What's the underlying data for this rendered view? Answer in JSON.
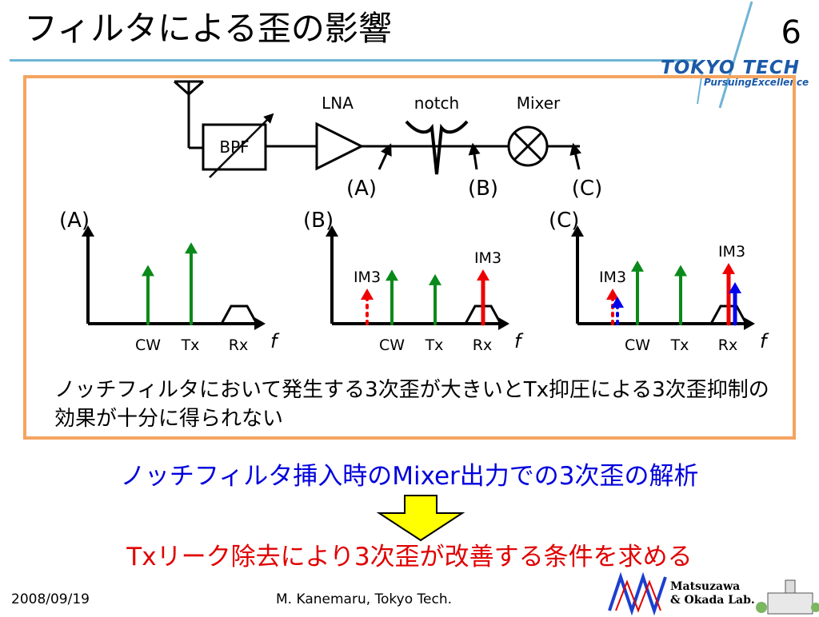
{
  "slide": {
    "title": "フィルタによる歪の影響",
    "page_number": "6",
    "logo": {
      "name": "TOKYO TECH",
      "tagline": "PursuingExcellence"
    }
  },
  "circuit": {
    "blocks": [
      "BPF",
      "LNA",
      "notch",
      "Mixer"
    ],
    "probe_points": [
      "(A)",
      "(B)",
      "(C)"
    ]
  },
  "spectra": [
    {
      "panel": "(A)",
      "tick_labels": [
        "CW",
        "Tx",
        "Rx"
      ],
      "axis_label": "f",
      "marks": [
        {
          "type": "green-arrow",
          "pos": 0,
          "height": 0.65
        },
        {
          "type": "green-arrow",
          "pos": 1,
          "height": 0.9
        },
        {
          "type": "bandpass",
          "pos": 2
        }
      ]
    },
    {
      "panel": "(B)",
      "tick_labels": [
        "CW",
        "Tx",
        "Rx"
      ],
      "axis_label": "f",
      "marks": [
        {
          "type": "red-dotted-arrow",
          "pos": -0.5,
          "label": "IM3"
        },
        {
          "type": "green-arrow",
          "pos": 0,
          "height": 0.6
        },
        {
          "type": "green-arrow",
          "pos": 1,
          "height": 0.55
        },
        {
          "type": "bandpass",
          "pos": 2
        },
        {
          "type": "red-arrow",
          "pos": 2,
          "label": "IM3"
        }
      ]
    },
    {
      "panel": "(C)",
      "tick_labels": [
        "CW",
        "Tx",
        "Rx"
      ],
      "axis_label": "f",
      "marks": [
        {
          "type": "red-dotted-arrow",
          "pos": -0.5,
          "label": "IM3",
          "with_blue": true
        },
        {
          "type": "green-arrow",
          "pos": 0,
          "height": 0.7
        },
        {
          "type": "green-arrow",
          "pos": 1,
          "height": 0.65
        },
        {
          "type": "bandpass",
          "pos": 2
        },
        {
          "type": "red-blue-arrow",
          "pos": 2,
          "label": "IM3"
        }
      ]
    }
  ],
  "description": "ノッチフィルタにおいて発生する3次歪が大きいとTx抑圧による3次歪抑制の効果が十分に得られない",
  "analysis_line": "ノッチフィルタ挿入時のMixer出力での3次歪の解析",
  "conclusion_line": "Txリーク除去により3次歪が改善する条件を求める",
  "footer": {
    "date": "2008/09/19",
    "author": "M. Kanemaru, Tokyo Tech.",
    "lab_line1": "Matsuzawa",
    "lab_line2": "& Okada Lab."
  },
  "colors": {
    "title_rule": "#6fb3d6",
    "box_border": "#f4a460",
    "tone": "#0a8a1a",
    "im3": "#ee0000",
    "suppressed": "#0000ee",
    "arrow_fill": "#ffff00",
    "analysis_text": "#0000dd",
    "conclusion_text": "#e00000"
  }
}
